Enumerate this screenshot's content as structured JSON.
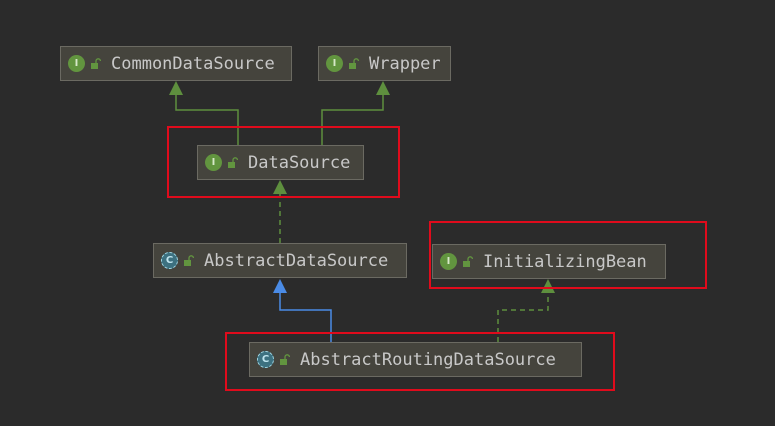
{
  "nodes": {
    "common_data_source": {
      "label": "CommonDataSource",
      "kind": "interface",
      "badge": "I"
    },
    "wrapper": {
      "label": "Wrapper",
      "kind": "interface",
      "badge": "I"
    },
    "data_source": {
      "label": "DataSource",
      "kind": "interface",
      "badge": "I"
    },
    "abstract_data_source": {
      "label": "AbstractDataSource",
      "kind": "abstract-class",
      "badge": "C"
    },
    "initializing_bean": {
      "label": "InitializingBean",
      "kind": "interface",
      "badge": "I"
    },
    "abstract_routing_data_source": {
      "label": "AbstractRoutingDataSource",
      "kind": "abstract-class",
      "badge": "C"
    }
  },
  "edges": [
    {
      "from": "data_source",
      "to": "common_data_source",
      "relation": "extends"
    },
    {
      "from": "data_source",
      "to": "wrapper",
      "relation": "extends"
    },
    {
      "from": "abstract_data_source",
      "to": "data_source",
      "relation": "implements"
    },
    {
      "from": "abstract_routing_data_source",
      "to": "abstract_data_source",
      "relation": "extends"
    },
    {
      "from": "abstract_routing_data_source",
      "to": "initializing_bean",
      "relation": "implements"
    }
  ],
  "highlighted": [
    "data_source",
    "initializing_bean",
    "abstract_routing_data_source"
  ],
  "colors": {
    "background": "#2b2b2b",
    "node_fill": "#45443d",
    "interface_edge": "#5e8f3e",
    "class_edge": "#4a8be6",
    "highlight": "#e00b1c",
    "interface_badge": "#62953f",
    "abstract_badge": "#3d7180"
  }
}
